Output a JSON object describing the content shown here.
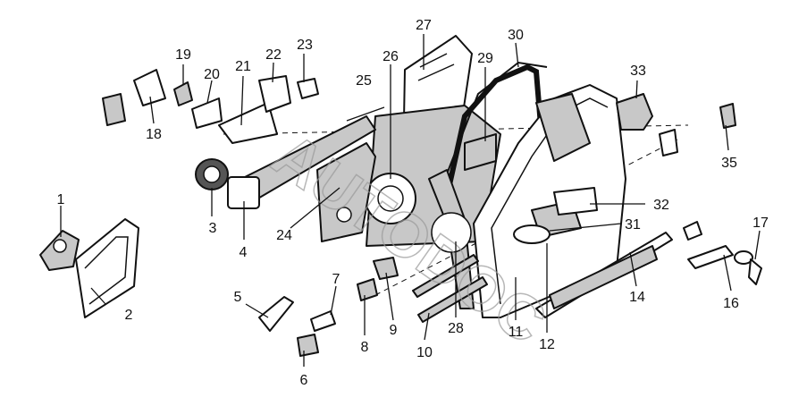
{
  "diagram": {
    "part_numbers": [
      "1",
      "2",
      "3",
      "4",
      "5",
      "6",
      "7",
      "8",
      "9",
      "10",
      "11",
      "12",
      "14",
      "16",
      "17",
      "18",
      "19",
      "20",
      "21",
      "22",
      "23",
      "24",
      "25",
      "26",
      "27",
      "28",
      "29",
      "30",
      "31",
      "32",
      "33",
      "35"
    ]
  },
  "watermark": {
    "text": "AUTODOC"
  }
}
